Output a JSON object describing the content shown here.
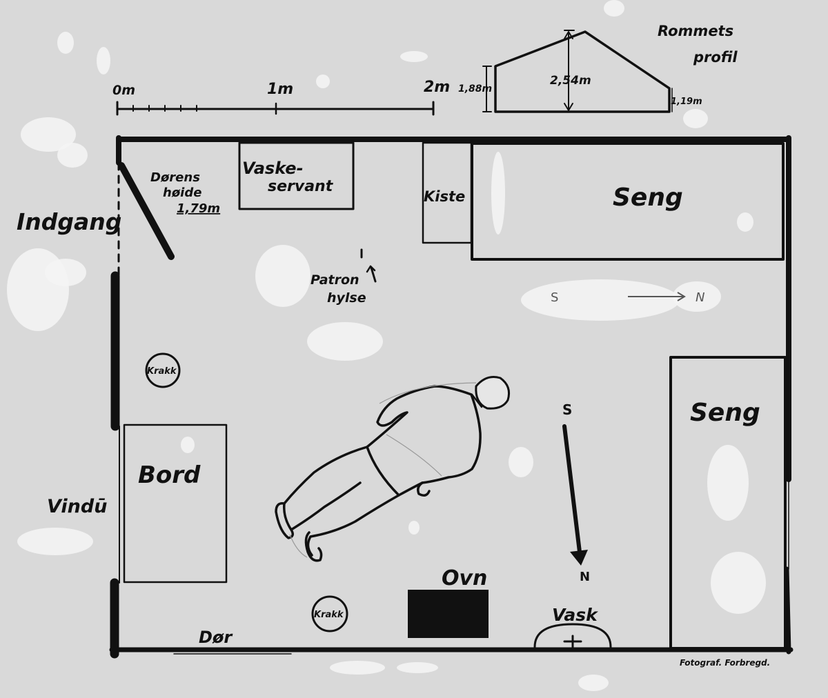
{
  "scale": {
    "zero": "0m",
    "one": "1m",
    "two": "2m"
  },
  "profile": {
    "title_line1": "Rommets",
    "title_line2": "profil",
    "left_height": "1,88m",
    "peak_height": "2,54m",
    "right_height": "1,19m"
  },
  "labels": {
    "entrance": "Indgang",
    "door_height_line1": "Dørens",
    "door_height_line2": "høide",
    "door_height_value": "1,79m",
    "washstand_line1": "Vaske-",
    "washstand_line2": "servant",
    "chest": "Kiste",
    "bed_top": "Seng",
    "bed_right": "Seng",
    "cartridge_line1": "Patron",
    "cartridge_line2": "hylse",
    "stool_1": "Krakk",
    "stool_2": "Krakk",
    "table": "Bord",
    "window": "Vindū",
    "door": "Dør",
    "stove": "Ovn",
    "sink": "Vask",
    "compass_s_bed": "S",
    "compass_n_bed": "N",
    "compass_s": "S",
    "compass_n": "N",
    "credit": "Fotograf. Forbregd."
  },
  "colors": {
    "ink": "#111111",
    "paper": "#d9d9d9",
    "highlight": "#f4f4f4"
  }
}
